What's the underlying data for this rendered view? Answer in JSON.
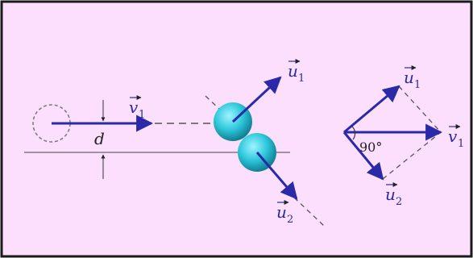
{
  "labels": {
    "v1": "v",
    "v1_sub": "1",
    "u1": "u",
    "u1_sub": "1",
    "u2": "u",
    "u2_sub": "2",
    "d": "d",
    "angle": "90°"
  },
  "colors": {
    "background": "#fcdffc",
    "border": "#1a1a1a",
    "vector": "#2a2aa8",
    "ball": "#2ec8dc",
    "dashed": "#555555"
  }
}
